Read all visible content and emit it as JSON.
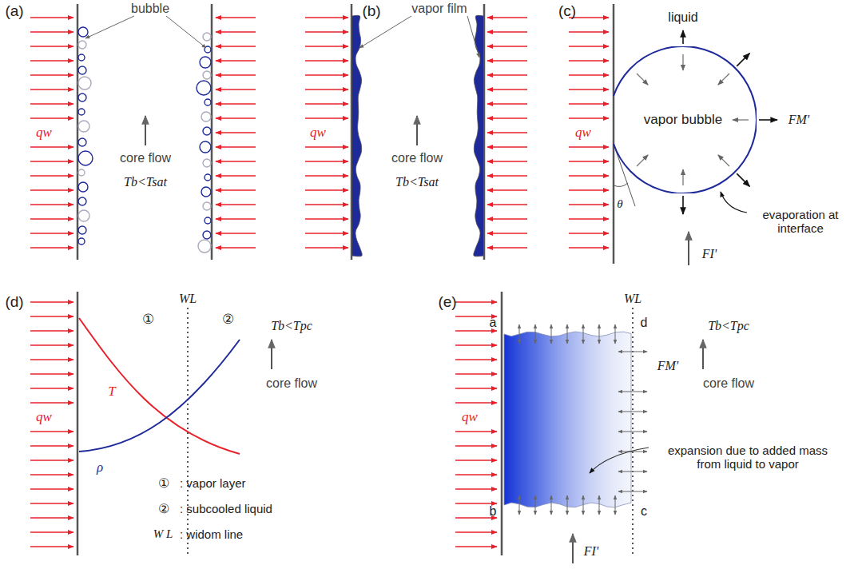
{
  "diagram": {
    "nodes": [
      {
        "text": [
          "vapor bubble"
        ]
      }
    ],
    "labels": [
      "(a)",
      "bubble",
      "qw",
      "core flow",
      "Tb<Tsat",
      "(b)",
      "vapor film",
      "qw",
      "core flow",
      "Tb<Tsat",
      "(c)",
      "liquid",
      "qw",
      "FM'",
      "θ",
      "evaporation at interface",
      "FI'",
      "(d)",
      "WL",
      "①",
      "②",
      "T",
      "ρ",
      "qw",
      "Tb<Tpc",
      "core flow",
      "①",
      ": vapor layer",
      "②",
      ": subcooled liquid",
      "W L",
      ": widom line",
      "(e)",
      "WL",
      "a",
      "d",
      "qw",
      "Tb<Tpc",
      "FM'",
      "core flow",
      "expansion due to added mass from liquid to vapor",
      "b",
      "c",
      "FI'"
    ]
  }
}
